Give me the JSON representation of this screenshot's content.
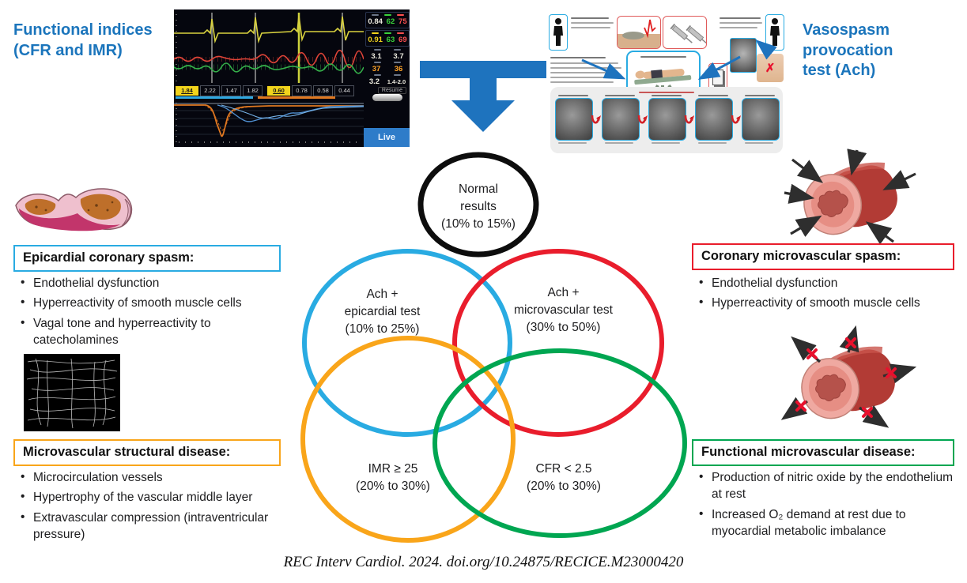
{
  "page": {
    "title_left": [
      "Functional indices",
      "(CFR and IMR)"
    ],
    "title_right": [
      "Vasospasm",
      "provocation",
      "test (Ach)"
    ],
    "citation": "REC Interv Cardiol. 2024. doi.org/10.24875/RECICE.M23000420"
  },
  "monitor": {
    "strip": {
      "box1_value": "1.84",
      "box1_values": [
        "2.22",
        "1.47",
        "1.82"
      ],
      "box2_value": "0.60",
      "box2_values": [
        "0.78",
        "0.58",
        "0.44"
      ],
      "resume_label": "Resume"
    },
    "panel": {
      "row1": [
        "0.84",
        "62",
        "75"
      ],
      "row2": [
        "0.91",
        "63",
        "69"
      ],
      "row3": [
        "3.1",
        "3.7"
      ],
      "row4": [
        "37",
        "36"
      ],
      "row5": [
        "3.2",
        "1.4-2.0"
      ],
      "live_label": "Live"
    }
  },
  "venn": {
    "normal": {
      "lines": [
        "Normal",
        "results",
        "(10% to 15%)"
      ],
      "color": "#0d0d0d"
    },
    "blue": {
      "lines": [
        "Ach +",
        "epicardial test",
        "(10% to 25%)"
      ],
      "color": "#29abe2"
    },
    "red": {
      "lines": [
        "Ach +",
        "microvascular test",
        "(30% to 50%)"
      ],
      "color": "#e91d2c"
    },
    "orange": {
      "lines": [
        "IMR ≥ 25",
        "(20% to 30%)"
      ],
      "color": "#f9a51a"
    },
    "green": {
      "lines": [
        "CFR < 2.5",
        "(20% to 30%)"
      ],
      "color": "#00a651"
    }
  },
  "boxes": {
    "epicardial": {
      "title": "Epicardial coronary spasm:",
      "bullets": [
        "Endothelial dysfunction",
        "Hyperreactivity of smooth muscle cells",
        "Vagal tone and hyperreactivity to catecholamines"
      ]
    },
    "coronary_micro": {
      "title": "Coronary microvascular spasm:",
      "bullets": [
        "Endothelial dysfunction",
        "Hyperreactivity of smooth muscle cells"
      ]
    },
    "micro_structural": {
      "title": "Microvascular structural disease:",
      "bullets": [
        "Microcirculation vessels",
        "Hypertrophy of the vascular middle layer",
        "Extravascular compression (intraventricular pressure)"
      ]
    },
    "functional_micro": {
      "title": "Functional microvascular disease:",
      "bullets": [
        "Production of nitric oxide by the endothelium at rest",
        "Increased O₂ demand at rest due to myocardial metabolic imbalance"
      ]
    }
  },
  "colors": {
    "accent_blue": "#1b75bc",
    "venn_blue": "#29abe2",
    "venn_red": "#e91d2c",
    "venn_orange": "#f9a51a",
    "venn_green": "#00a651",
    "arrow_blue": "#1e73be"
  }
}
